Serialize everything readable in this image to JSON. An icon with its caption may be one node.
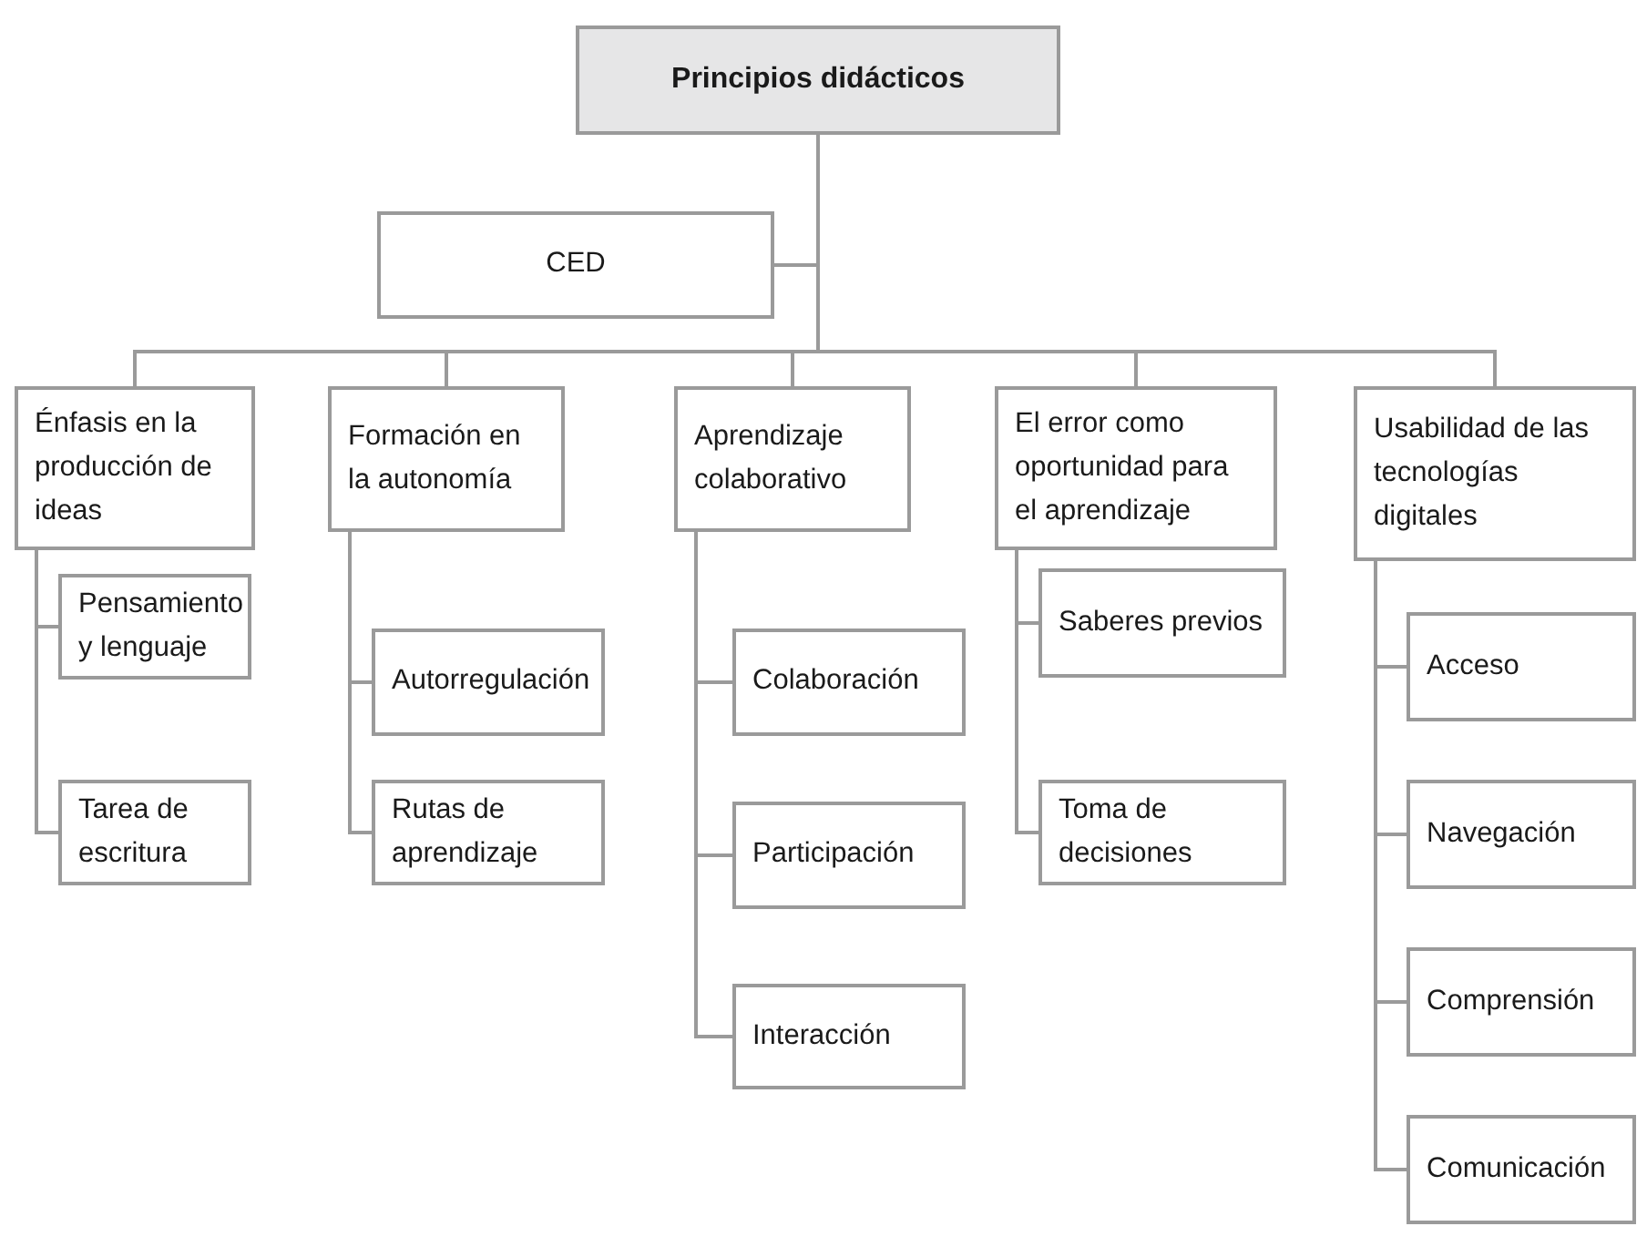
{
  "diagram": {
    "nodes": [
      {
        "text": [
          "Principios didácticos"
        ]
      },
      {
        "text": [
          "CED"
        ]
      },
      {
        "text": [
          "Énfasis en la producción de ideas"
        ]
      },
      {
        "text": [
          "Pensamiento y lenguaje"
        ]
      },
      {
        "text": [
          "Tarea de escritura"
        ]
      },
      {
        "text": [
          "Formación en la autonomía"
        ]
      },
      {
        "text": [
          "Autorregulación"
        ]
      },
      {
        "text": [
          "Rutas de aprendizaje"
        ]
      },
      {
        "text": [
          "Aprendizaje colaborativo"
        ]
      },
      {
        "text": [
          "Colaboración"
        ]
      },
      {
        "text": [
          "Participación"
        ]
      },
      {
        "text": [
          "Interacción"
        ]
      },
      {
        "text": [
          "El error como oportunidad para el aprendizaje"
        ]
      },
      {
        "text": [
          "Saberes previos"
        ]
      },
      {
        "text": [
          "Toma de decisiones"
        ]
      },
      {
        "text": [
          "Usabilidad de las tecnologías digitales"
        ]
      },
      {
        "text": [
          "Acceso"
        ]
      },
      {
        "text": [
          "Navegación"
        ]
      },
      {
        "text": [
          "Comprensión"
        ]
      },
      {
        "text": [
          "Comunicación"
        ]
      }
    ],
    "edges": [
      {
        "from": 0,
        "to": 1,
        "arrow": "none"
      },
      {
        "from": 0,
        "to": 2,
        "arrow": "none"
      },
      {
        "from": 0,
        "to": 5,
        "arrow": "none"
      },
      {
        "from": 0,
        "to": 8,
        "arrow": "none"
      },
      {
        "from": 0,
        "to": 12,
        "arrow": "none"
      },
      {
        "from": 0,
        "to": 15,
        "arrow": "none"
      },
      {
        "from": 2,
        "to": 3,
        "arrow": "none"
      },
      {
        "from": 2,
        "to": 4,
        "arrow": "none"
      },
      {
        "from": 5,
        "to": 6,
        "arrow": "none"
      },
      {
        "from": 5,
        "to": 7,
        "arrow": "none"
      },
      {
        "from": 8,
        "to": 9,
        "arrow": "none"
      },
      {
        "from": 8,
        "to": 10,
        "arrow": "none"
      },
      {
        "from": 8,
        "to": 11,
        "arrow": "none"
      },
      {
        "from": 12,
        "to": 13,
        "arrow": "none"
      },
      {
        "from": 12,
        "to": 14,
        "arrow": "none"
      },
      {
        "from": 15,
        "to": 16,
        "arrow": "none"
      },
      {
        "from": 15,
        "to": 17,
        "arrow": "none"
      },
      {
        "from": 15,
        "to": 18,
        "arrow": "none"
      },
      {
        "from": 15,
        "to": 19,
        "arrow": "none"
      }
    ]
  }
}
